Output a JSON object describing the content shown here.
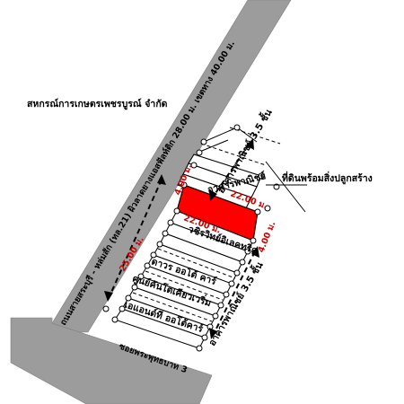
{
  "labels": {
    "coop_name": "สหกรณ์การเกษตรเพชรบูรณ์ จำกัด",
    "main_road": "ถนนสายสระบุรี - หล่มสัก (ทล.21) ผิวลาดยางแอสฟัลท์ติก 28.00 ม. เขตทาง 40.00 ม.",
    "side_road": "ซอยพระพุทธบาท 3",
    "land_with_buildings": "ที่ดินพร้อมสิ่งปลูกสร้าง",
    "building_top": "อาคารพาณิชย์ 3.5 ชั้น",
    "building_middle": "อาคารพาณิชย์",
    "building_bottom": "อาคารพาณิชย์ 3.5 ชั้น",
    "lot_1": "วชิรวิทย์อิเลคทริค",
    "lot_2": "ดาวร ออโต้ คาร์",
    "lot_3": "ศูนย์คันโตเคียวเวริ่ม",
    "lot_4": "เอแอนด์ที ออโต้คาร์"
  },
  "dimensions": {
    "front_width": "4.00 ม.",
    "depth_top": "22.00 ม.",
    "depth_subject": "22.00 ม.",
    "rear_width": "4.00 ม.",
    "frontage_distance": "25.00 ม."
  },
  "colors": {
    "road": "#9c9c9c",
    "subject_lot": "#ff0000",
    "dimension_text": "#d00000"
  }
}
